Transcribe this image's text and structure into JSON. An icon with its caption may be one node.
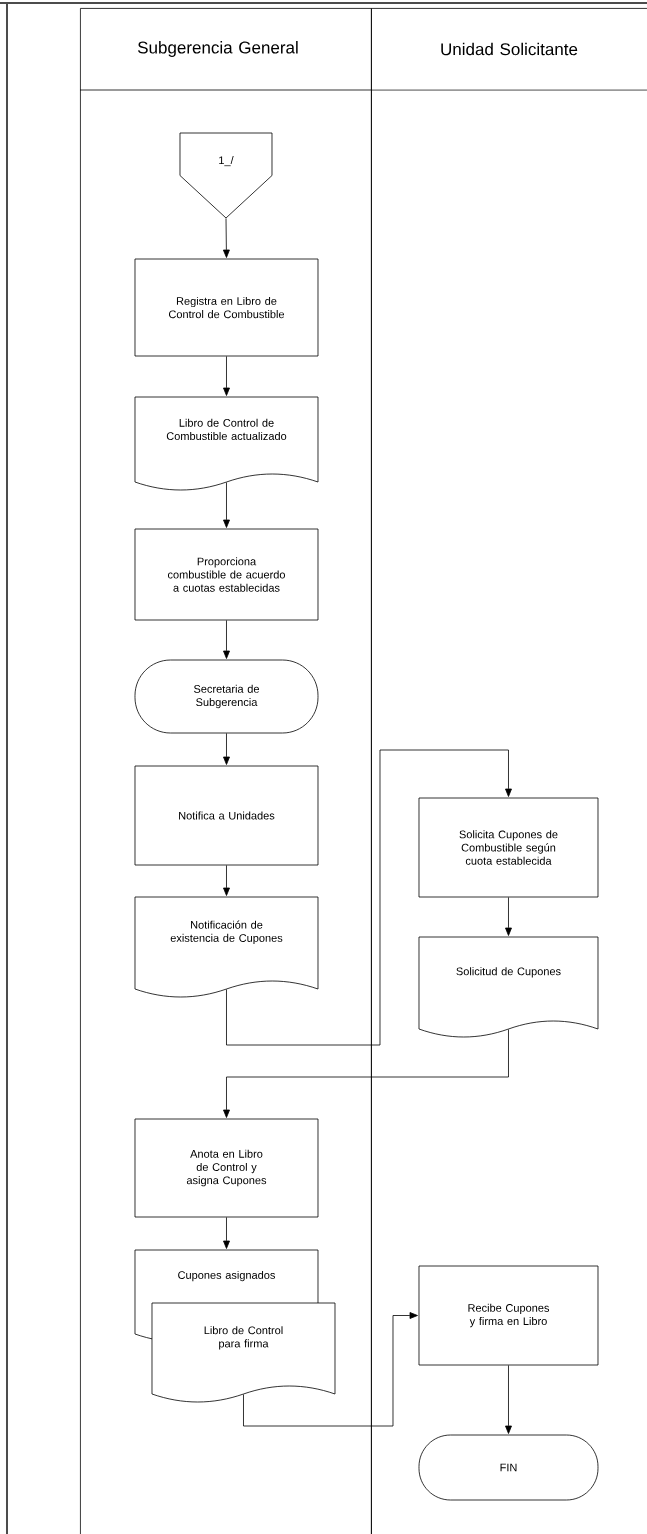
{
  "diagram": {
    "nodes": [
      {
        "text": [
          "Subgerencia General"
        ]
      },
      {
        "text": [
          "Unidad Solicitante"
        ]
      },
      {
        "text": [
          "1_/"
        ],
        "in": 0
      },
      {
        "text": [
          "Registra en Libro de Control de Combustible"
        ],
        "in": 0
      },
      {
        "text": [
          "Libro de Control de Combustible actualizado"
        ],
        "in": 0
      },
      {
        "text": [
          "Proporciona combustible de acuerdo a cuotas establecidas"
        ],
        "in": 0
      },
      {
        "text": [
          "Secretaria de Subgerencia"
        ],
        "in": 0
      },
      {
        "text": [
          "Notifica a Unidades"
        ],
        "in": 0
      },
      {
        "text": [
          "Notificación de existencia de Cupones"
        ],
        "in": 0
      },
      {
        "text": [
          "Solicita Cupones de Combustible según cuota establecida"
        ],
        "in": 1
      },
      {
        "text": [
          "Solicitud de Cupones"
        ],
        "in": 1
      },
      {
        "text": [
          "Anota en Libro de Control y asigna Cupones"
        ],
        "in": 0
      },
      {
        "text": [
          "Cupones asignados"
        ],
        "in": 0
      },
      {
        "text": [
          "Libro de Control para firma"
        ],
        "in": 0
      },
      {
        "text": [
          "Recibe Cupones y firma en Libro"
        ],
        "in": 1
      },
      {
        "text": [
          "FIN"
        ],
        "in": 1
      }
    ],
    "edges": [
      {
        "from": 2,
        "to": 3,
        "arrow": "to"
      },
      {
        "from": 3,
        "to": 4,
        "arrow": "to"
      },
      {
        "from": 4,
        "to": 5,
        "arrow": "to"
      },
      {
        "from": 5,
        "to": 6,
        "arrow": "to"
      },
      {
        "from": 6,
        "to": 7,
        "arrow": "to"
      },
      {
        "from": 7,
        "to": 8,
        "arrow": "to"
      },
      {
        "from": 8,
        "to": 9,
        "arrow": "to"
      },
      {
        "from": 9,
        "to": 10,
        "arrow": "to"
      },
      {
        "from": 10,
        "to": 11,
        "arrow": "to"
      },
      {
        "from": 11,
        "to": 12,
        "arrow": "to"
      },
      {
        "from": 13,
        "to": 14,
        "arrow": "to"
      },
      {
        "from": 14,
        "to": 15,
        "arrow": "to"
      }
    ]
  }
}
